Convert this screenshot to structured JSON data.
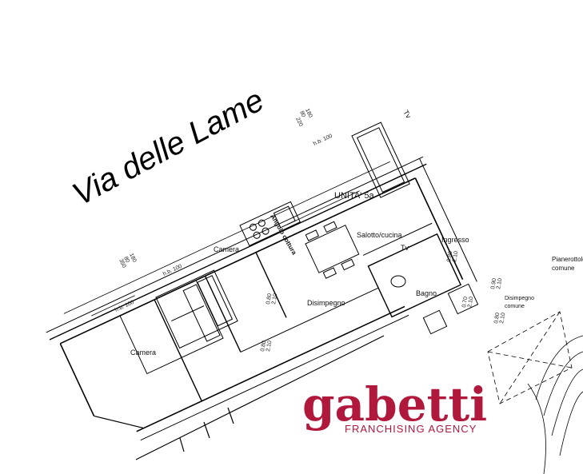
{
  "street": {
    "name": "Via delle Lame"
  },
  "unit": {
    "name": "UNITA' 5a"
  },
  "rooms": {
    "camera_1": "Camera",
    "camera_2": "Camera",
    "angolo_cottura": "Angolo cottura",
    "salotto_cucina": "Salotto/cucina",
    "ingresso": "Ingresso",
    "bagno": "Bagno",
    "disimpegno": "Disimpegno",
    "disimpegno_comune_1": "Disimpegno",
    "disimpegno_comune_2": "comune",
    "pianerottolo_1": "Pianerottolo",
    "pianerottolo_2": "comune",
    "tv_1": "Tv",
    "tv_2": "Tv"
  },
  "dimensions": {
    "hb_top": "h.b. 100",
    "top_80": "80",
    "top_220": "220",
    "top_180": "180",
    "left_hb_1": "h.b. 100",
    "left_hb_2": "h.b. 100",
    "left_80": "80",
    "left_350": "350",
    "left_180": "180",
    "door_disimpegno_a": "0.80",
    "door_disimpegno_b": "2.10",
    "door_bottom_a": "0.80",
    "door_bottom_b": "2.10",
    "door_ingresso_a": "0.80",
    "door_ingresso_b": "2.10",
    "door_bagno_a": "0.70",
    "door_bagno_b": "2.10",
    "door_comune_a": "0.90",
    "door_comune_b": "2.10",
    "door_comune2_a": "0.80",
    "door_comune2_b": "2.10"
  },
  "logo": {
    "name": "gabetti",
    "tagline": "FRANCHISING AGENCY",
    "color": "#b0183c"
  }
}
